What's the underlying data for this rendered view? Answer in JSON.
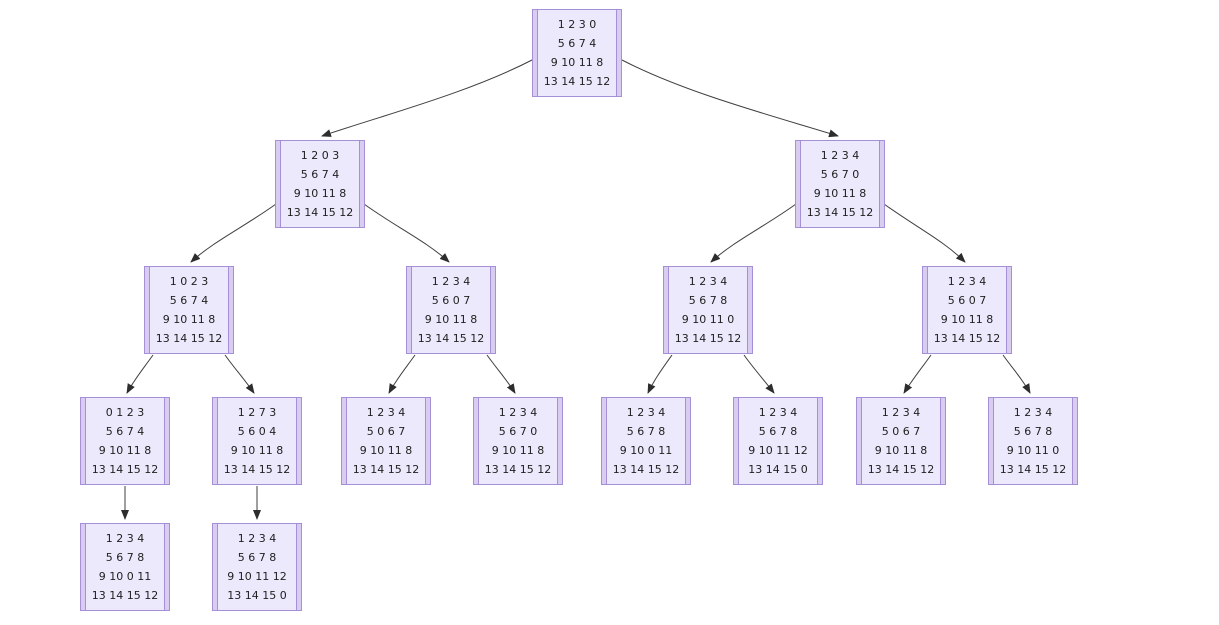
{
  "diagram": {
    "type": "tree",
    "colors": {
      "node_fill": "#EBE9FB",
      "node_stripe": "#D8CCF1",
      "node_border": "#A590D8",
      "edge_color": "#3F3F3F",
      "text_color": "#1F1F1F"
    },
    "nodes": [
      {
        "id": "n0",
        "level": 1,
        "rows": [
          "1 2 3 0",
          "5 6 7 4",
          "9 10 11 8",
          "13 14 15 12"
        ]
      },
      {
        "id": "n1",
        "level": 2,
        "rows": [
          "1 2 0 3",
          "5 6 7 4",
          "9 10 11 8",
          "13 14 15 12"
        ]
      },
      {
        "id": "n2",
        "level": 2,
        "rows": [
          "1 2 3 4",
          "5 6 7 0",
          "9 10 11 8",
          "13 14 15 12"
        ]
      },
      {
        "id": "n3",
        "level": 3,
        "rows": [
          "1 0 2 3",
          "5 6 7 4",
          "9 10 11 8",
          "13 14 15 12"
        ]
      },
      {
        "id": "n4",
        "level": 3,
        "rows": [
          "1 2 3 4",
          "5 6 0 7",
          "9 10 11 8",
          "13 14 15 12"
        ]
      },
      {
        "id": "n5",
        "level": 3,
        "rows": [
          "1 2 3 4",
          "5 6 7 8",
          "9 10 11 0",
          "13 14 15 12"
        ]
      },
      {
        "id": "n6",
        "level": 3,
        "rows": [
          "1 2 3 4",
          "5 6 0 7",
          "9 10 11 8",
          "13 14 15 12"
        ]
      },
      {
        "id": "n7",
        "level": 4,
        "rows": [
          "0 1 2 3",
          "5 6 7 4",
          "9 10 11 8",
          "13 14 15 12"
        ]
      },
      {
        "id": "n8",
        "level": 4,
        "rows": [
          "1 2 7 3",
          "5 6 0 4",
          "9 10 11 8",
          "13 14 15 12"
        ]
      },
      {
        "id": "n9",
        "level": 4,
        "rows": [
          "1 2 3 4",
          "5 0 6 7",
          "9 10 11 8",
          "13 14 15 12"
        ]
      },
      {
        "id": "n10",
        "level": 4,
        "rows": [
          "1 2 3 4",
          "5 6 7 0",
          "9 10 11 8",
          "13 14 15 12"
        ]
      },
      {
        "id": "n11",
        "level": 4,
        "rows": [
          "1 2 3 4",
          "5 6 7 8",
          "9 10 0 11",
          "13 14 15 12"
        ]
      },
      {
        "id": "n12",
        "level": 4,
        "rows": [
          "1 2 3 4",
          "5 6 7 8",
          "9 10 11 12",
          "13 14 15 0"
        ]
      },
      {
        "id": "n13",
        "level": 4,
        "rows": [
          "1 2 3 4",
          "5 0 6 7",
          "9 10 11 8",
          "13 14 15 12"
        ]
      },
      {
        "id": "n14",
        "level": 4,
        "rows": [
          "1 2 3 4",
          "5 6 7 8",
          "9 10 11 0",
          "13 14 15 12"
        ]
      },
      {
        "id": "n15",
        "level": 5,
        "rows": [
          "1 2 3 4",
          "5 6 7 8",
          "9 10 0 11",
          "13 14 15 12"
        ]
      },
      {
        "id": "n16",
        "level": 5,
        "rows": [
          "1 2 3 4",
          "5 6 7 8",
          "9 10 11 12",
          "13 14 15 0"
        ]
      }
    ],
    "edges": [
      {
        "from": "n0",
        "to": "n1"
      },
      {
        "from": "n0",
        "to": "n2"
      },
      {
        "from": "n1",
        "to": "n3"
      },
      {
        "from": "n1",
        "to": "n4"
      },
      {
        "from": "n2",
        "to": "n5"
      },
      {
        "from": "n2",
        "to": "n6"
      },
      {
        "from": "n3",
        "to": "n7"
      },
      {
        "from": "n3",
        "to": "n8"
      },
      {
        "from": "n4",
        "to": "n9"
      },
      {
        "from": "n4",
        "to": "n10"
      },
      {
        "from": "n5",
        "to": "n11"
      },
      {
        "from": "n5",
        "to": "n12"
      },
      {
        "from": "n6",
        "to": "n13"
      },
      {
        "from": "n6",
        "to": "n14"
      },
      {
        "from": "n7",
        "to": "n15"
      },
      {
        "from": "n8",
        "to": "n16"
      }
    ]
  }
}
